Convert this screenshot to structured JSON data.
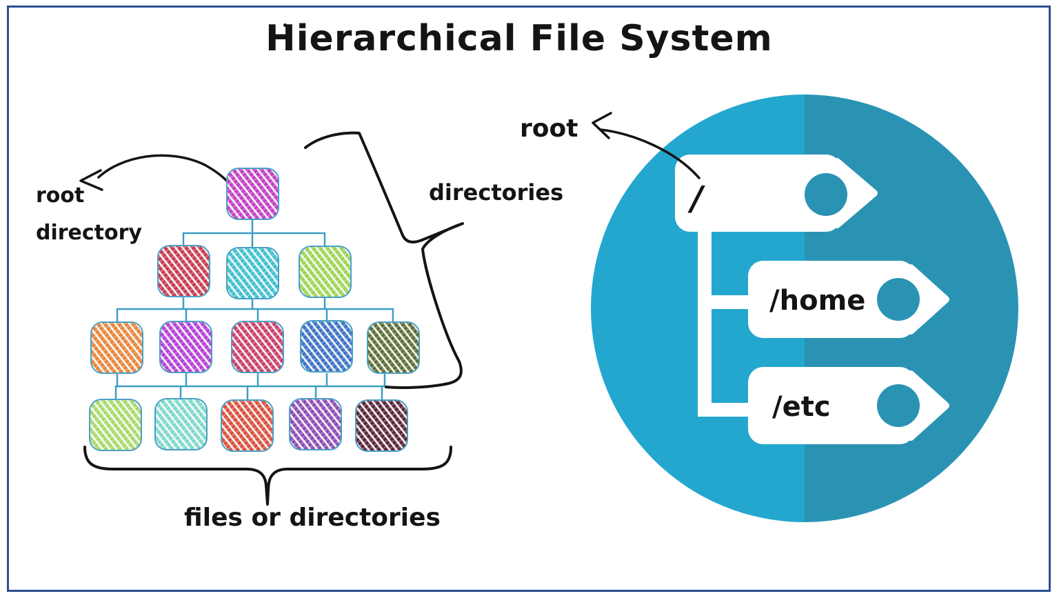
{
  "title": "Hierarchical File System",
  "colors": {
    "border": "#2E4E8F",
    "ink": "#141414",
    "connector": "#3E9EC4",
    "node_border": "#4AA0C4",
    "circle_light": "#23A7CE",
    "circle_dark": "#2A93B4",
    "tag_fill": "#FFFFFF"
  },
  "tree": {
    "labels": {
      "root_line1": "root",
      "root_line2": "directory",
      "directories": "directories",
      "files_or_directories": "files or directories"
    },
    "nodes": [
      {
        "level": 1,
        "color": "#C23FC4"
      },
      {
        "level": 2,
        "color": "#C83A50"
      },
      {
        "level": 2,
        "color": "#3FBFCE"
      },
      {
        "level": 2,
        "color": "#9CD455"
      },
      {
        "level": 3,
        "color": "#E8853B"
      },
      {
        "level": 3,
        "color": "#B43FD6"
      },
      {
        "level": 3,
        "color": "#C93E68"
      },
      {
        "level": 3,
        "color": "#3C72C5"
      },
      {
        "level": 3,
        "color": "#5C6E35"
      },
      {
        "level": 4,
        "color": "#A6D96A"
      },
      {
        "level": 4,
        "color": "#7FD8C8"
      },
      {
        "level": 4,
        "color": "#D9503C"
      },
      {
        "level": 4,
        "color": "#8C4BB5"
      },
      {
        "level": 4,
        "color": "#5C2438"
      }
    ]
  },
  "right_graphic": {
    "root_label": "root",
    "tags": [
      {
        "path": "/"
      },
      {
        "path": "/home"
      },
      {
        "path": "/etc"
      }
    ]
  }
}
